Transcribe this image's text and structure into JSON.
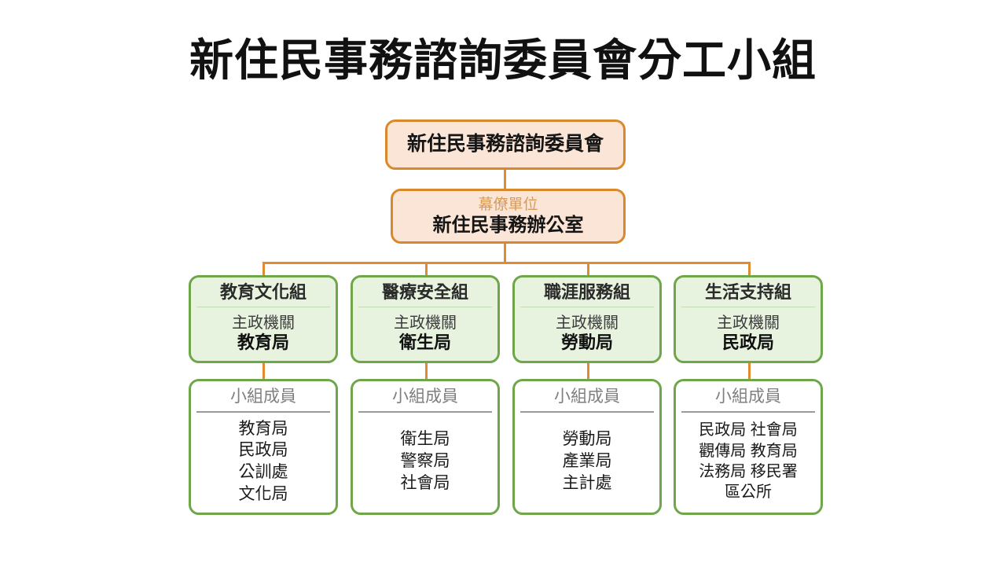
{
  "page": {
    "title": "新住民事務諮詢委員會分工小組",
    "background": "#FFFFFF"
  },
  "colors": {
    "orange_border": "#D9892C",
    "orange_fill": "#FBE5D6",
    "orange_connector": "#E08C2E",
    "orange_text": "#D89A57",
    "green_border": "#6EA649",
    "green_fill": "#E7F3DE",
    "gray_text": "#7F7F7F",
    "body_text": "#1A1A1A"
  },
  "committee": {
    "name": "新住民事務諮詢委員會"
  },
  "staff_office": {
    "kicker": "幕僚單位",
    "name": "新住民事務辦公室"
  },
  "group_label": "主政機關",
  "members_label": "小組成員",
  "groups": [
    {
      "name": "教育文化組",
      "lead_label": "主政機關",
      "lead_agency": "教育局",
      "members_label": "小組成員",
      "members": [
        "教育局",
        "民政局",
        "公訓處",
        "文化局"
      ],
      "columns": 1
    },
    {
      "name": "醫療安全組",
      "lead_label": "主政機關",
      "lead_agency": "衛生局",
      "members_label": "小組成員",
      "members": [
        "衛生局",
        "警察局",
        "社會局"
      ],
      "columns": 1
    },
    {
      "name": "職涯服務組",
      "lead_label": "主政機關",
      "lead_agency": "勞動局",
      "members_label": "小組成員",
      "members": [
        "勞動局",
        "產業局",
        "主計處"
      ],
      "columns": 1
    },
    {
      "name": "生活支持組",
      "lead_label": "主政機關",
      "lead_agency": "民政局",
      "members_label": "小組成員",
      "members": [
        "民政局 社會局",
        "觀傳局 教育局",
        "法務局 移民署",
        "區公所"
      ],
      "columns": 2
    }
  ]
}
